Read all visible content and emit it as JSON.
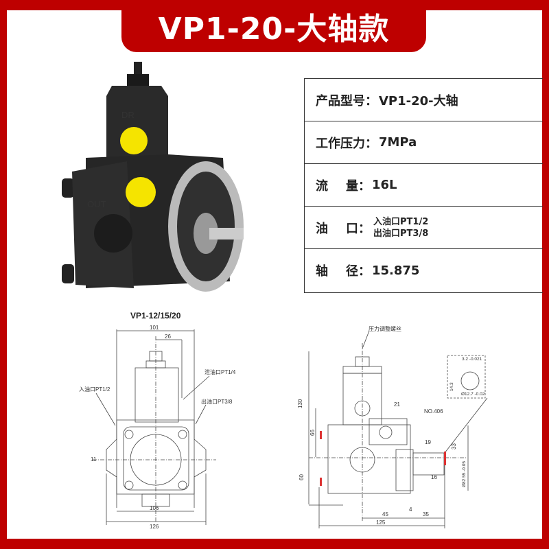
{
  "title": "VP1-20-大轴款",
  "specs": {
    "model_label": "产品型号：",
    "model": "VP1-20-大轴",
    "pressure_label": "工作压力：",
    "pressure": "7MPa",
    "flow_label_a": "流",
    "flow_label_b": "量：",
    "flow": "16L",
    "port_label_a": "油",
    "port_label_b": "口：",
    "port_in": "入油口PT1/2",
    "port_out": "出油口PT3/8",
    "shaft_label_a": "轴",
    "shaft_label_b": "径：",
    "shaft": "15.875"
  },
  "drawing_front": {
    "title": "VP1-12/15/20",
    "dim_101": "101",
    "dim_26": "26",
    "dim_106": "106",
    "dim_126": "126",
    "dim_11": "11",
    "drain_port": "泄油口PT1/4",
    "inlet_port": "入油口PT1/2",
    "outlet_port": "出油口PT3/8"
  },
  "drawing_side": {
    "adjust_screw": "压力调整螺丝",
    "dim_130": "130",
    "dim_66": "66",
    "dim_60": "60",
    "dim_21": "21",
    "dim_19": "19",
    "dim_33": "33",
    "dim_16": "16",
    "dim_45": "45",
    "dim_4": "4",
    "dim_35": "35",
    "dim_125": "125",
    "key": "NO.406",
    "dia_flange": "Ø82.55 -0.05",
    "key_w": "3.2 -0.021",
    "key_h": "14.3",
    "shaft_dia": "Ø12.7 -0.02"
  },
  "product_labels": {
    "dr": "DR",
    "out": "OUT"
  },
  "colors": {
    "brand_red": "#be0000",
    "cap_yellow": "#f5e400"
  }
}
